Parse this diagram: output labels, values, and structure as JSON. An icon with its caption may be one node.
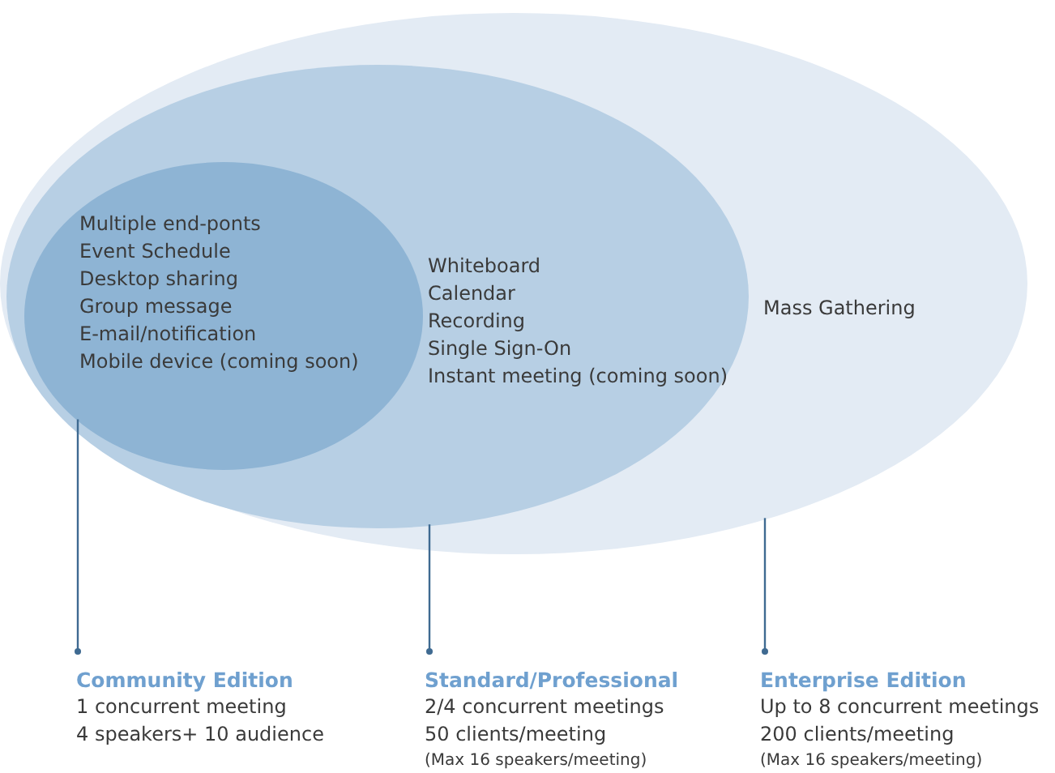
{
  "diagram": {
    "nodes": [
      {
        "text": [
          "Mass Gathering"
        ]
      },
      {
        "text": [
          "Whiteboard",
          "Calendar",
          "Recording",
          "Single Sign-On",
          "Instant meeting (coming soon)"
        ],
        "in": 0
      },
      {
        "text": [
          "Multiple end-ponts",
          "Event Schedule",
          "Desktop sharing",
          "Group message",
          "E-mail/notification",
          "Mobile device (coming soon)"
        ],
        "in": 1
      },
      {
        "text": [
          "Community Edition",
          "1 concurrent meeting",
          "4 speakers+ 10 audience"
        ]
      },
      {
        "text": [
          "Standard/Professional",
          "2/4 concurrent meetings",
          "50 clients/meeting",
          "(Max 16 speakers/meeting)"
        ]
      },
      {
        "text": [
          "Enterprise Edition",
          "Up to 8 concurrent meetings",
          "200 clients/meeting",
          "(Max 16 speakers/meeting)"
        ]
      }
    ],
    "edges": [
      {
        "from": 2,
        "to": 3,
        "arrow": "other"
      },
      {
        "from": 1,
        "to": 4,
        "arrow": "other"
      },
      {
        "from": 0,
        "to": 5,
        "arrow": "other"
      }
    ]
  }
}
